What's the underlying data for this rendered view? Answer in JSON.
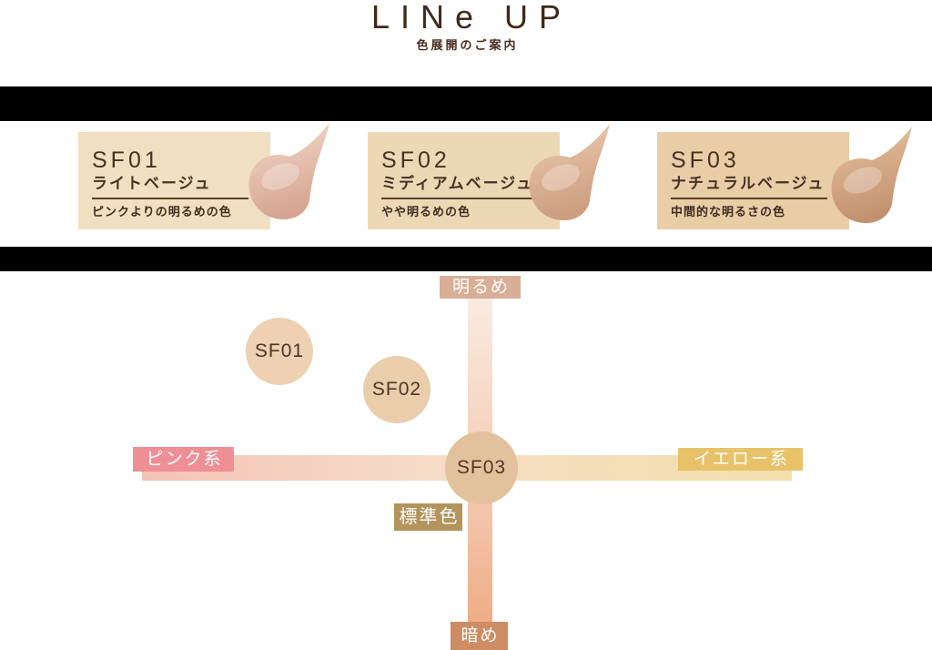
{
  "page": {
    "background": "#ffffff",
    "band_color": "#000000"
  },
  "header": {
    "logo_text": "LINe UP",
    "subtitle": "色展開のご案内",
    "text_color": "#42281a"
  },
  "cards": [
    {
      "code": "SF01",
      "name": "ライトベージュ",
      "desc": "ピンクよりの明るめの色",
      "bg": "#f1dfc1",
      "smear_top": "#f3ddd1",
      "smear_mid": "#e7c2b2",
      "smear_bottom": "#d5a591"
    },
    {
      "code": "SF02",
      "name": "ミディアムベージュ",
      "desc": "やや明るめの色",
      "bg": "#edd8b6",
      "smear_top": "#efd5bf",
      "smear_mid": "#dfb79a",
      "smear_bottom": "#cc9e80"
    },
    {
      "code": "SF03",
      "name": "ナチュラルベージュ",
      "desc": "中間的な明るさの色",
      "bg": "#e8cda6",
      "smear_top": "#e9cfb3",
      "smear_mid": "#d6ad8a",
      "smear_bottom": "#c29270"
    }
  ],
  "chart": {
    "type": "positioning-map",
    "axes": {
      "top": "明るめ",
      "bottom": "暗め",
      "left": "ピンク系",
      "right": "イエロー系"
    },
    "standard_label": "標準色",
    "label_colors": {
      "top": "#d8ae96",
      "bottom": "#cd8c62",
      "left": "#ee8f95",
      "right": "#e7c268",
      "standard": "#b2945c"
    },
    "points": [
      {
        "label": "SF01",
        "color": "#edd1b2",
        "brightness": "明るめ",
        "tone": "ピンク系"
      },
      {
        "label": "SF02",
        "color": "#eaceab",
        "brightness": "やや明るめ",
        "tone": "中間"
      },
      {
        "label": "SF03",
        "color": "#e2c29c",
        "brightness": "標準色",
        "tone": "中間"
      }
    ],
    "bars": {
      "vertical_gradient": [
        "#f9ebe1",
        "#efad87"
      ],
      "horizontal_gradient": [
        "#f5c2b6",
        "#f6dbc8",
        "#f3e0ac"
      ]
    }
  }
}
